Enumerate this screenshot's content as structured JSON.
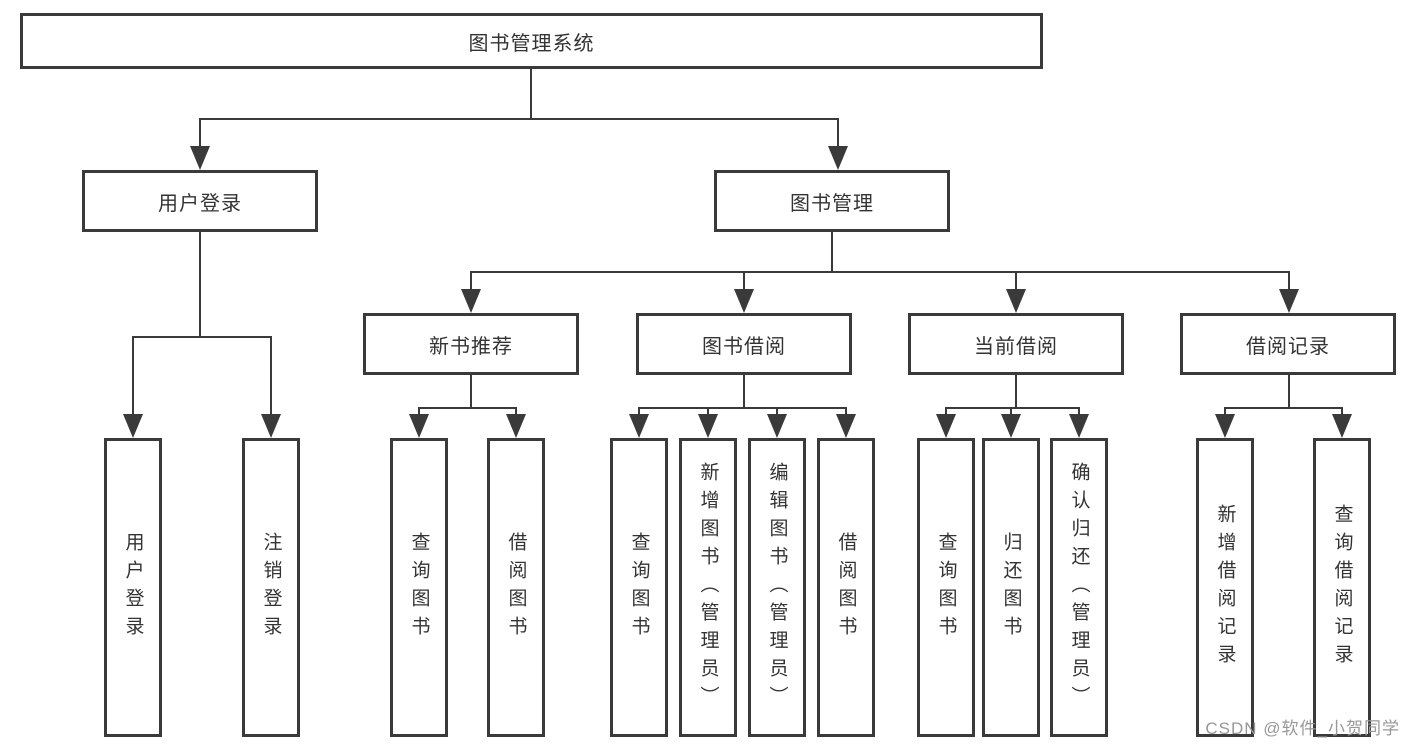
{
  "tree": {
    "root": "图书管理系统",
    "branches": [
      {
        "label": "用户登录",
        "children": [
          "用户登录",
          "注销登录"
        ]
      },
      {
        "label": "图书管理",
        "sections": [
          {
            "label": "新书推荐",
            "children": [
              "查询图书",
              "借阅图书"
            ]
          },
          {
            "label": "图书借阅",
            "children": [
              "查询图书",
              "新增图书（管理员）",
              "编辑图书（管理员）",
              "借阅图书"
            ]
          },
          {
            "label": "当前借阅",
            "children": [
              "查询图书",
              "归还图书",
              "确认归还（管理员）"
            ]
          },
          {
            "label": "借阅记录",
            "children": [
              "新增借阅记录",
              "查询借阅记录"
            ]
          }
        ]
      }
    ]
  },
  "watermark": "CSDN @软件_小贺同学",
  "colors": {
    "line": "#3a3a3a",
    "text": "#333333",
    "watermark": "#989898",
    "background": "#ffffff"
  }
}
